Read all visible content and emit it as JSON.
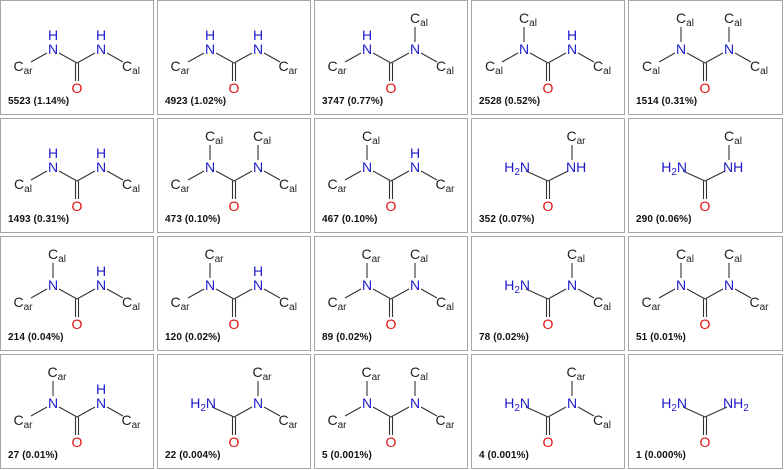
{
  "colors": {
    "carbon": "#222222",
    "nitrogen": "#1a1acc",
    "oxygen": "#e01010",
    "border": "#a6a6a6",
    "caption": "#111111"
  },
  "labels": {
    "carbon_symbol": "C",
    "aromatic_subscript": "ar",
    "aliphatic_subscript": "al",
    "nitrogen_symbol": "N",
    "hydrogen_symbol": "H",
    "oxygen_symbol": "O",
    "nh_label": "NH",
    "h2n_label": "H2N",
    "nh2_label": "NH2"
  },
  "cells": [
    {
      "count": 5523,
      "caption": "5523 (1.14%)",
      "left": {
        "type": "NH",
        "subs": [
          "ar"
        ]
      },
      "right": {
        "type": "NH",
        "subs": [
          "al"
        ]
      }
    },
    {
      "count": 4923,
      "caption": "4923 (1.02%)",
      "left": {
        "type": "NH",
        "subs": [
          "ar"
        ]
      },
      "right": {
        "type": "NH",
        "subs": [
          "ar"
        ]
      }
    },
    {
      "count": 3747,
      "caption": "3747 (0.77%)",
      "left": {
        "type": "NH",
        "subs": [
          "ar"
        ]
      },
      "right": {
        "type": "N",
        "subs": [
          "al",
          "al"
        ]
      }
    },
    {
      "count": 2528,
      "caption": "2528 (0.52%)",
      "left": {
        "type": "N",
        "subs": [
          "al",
          "al"
        ]
      },
      "right": {
        "type": "NH",
        "subs": [
          "al"
        ]
      }
    },
    {
      "count": 1514,
      "caption": "1514 (0.31%)",
      "left": {
        "type": "N",
        "subs": [
          "al",
          "al"
        ]
      },
      "right": {
        "type": "N",
        "subs": [
          "al",
          "al"
        ]
      }
    },
    {
      "count": 1493,
      "caption": "1493 (0.31%)",
      "left": {
        "type": "NH",
        "subs": [
          "al"
        ]
      },
      "right": {
        "type": "NH",
        "subs": [
          "al"
        ]
      }
    },
    {
      "count": 473,
      "caption": "473 (0.10%)",
      "left": {
        "type": "N",
        "subs": [
          "al",
          "ar"
        ]
      },
      "right": {
        "type": "N",
        "subs": [
          "al",
          "al"
        ]
      }
    },
    {
      "count": 467,
      "caption": "467 (0.10%)",
      "left": {
        "type": "N",
        "subs": [
          "al",
          "ar"
        ]
      },
      "right": {
        "type": "NH",
        "subs": [
          "ar"
        ]
      }
    },
    {
      "count": 352,
      "caption": "352 (0.07%)",
      "left": {
        "type": "NH2",
        "subs": []
      },
      "right": {
        "type": "NHup",
        "subs": [
          "ar"
        ]
      }
    },
    {
      "count": 290,
      "caption": "290 (0.06%)",
      "left": {
        "type": "NH2",
        "subs": []
      },
      "right": {
        "type": "NHup",
        "subs": [
          "al"
        ]
      }
    },
    {
      "count": 214,
      "caption": "214 (0.04%)",
      "left": {
        "type": "N",
        "subs": [
          "al",
          "ar"
        ]
      },
      "right": {
        "type": "NH",
        "subs": [
          "al"
        ]
      }
    },
    {
      "count": 120,
      "caption": "120 (0.02%)",
      "left": {
        "type": "N",
        "subs": [
          "ar",
          "ar"
        ]
      },
      "right": {
        "type": "NH",
        "subs": [
          "al"
        ]
      }
    },
    {
      "count": 89,
      "caption": "89 (0.02%)",
      "left": {
        "type": "N",
        "subs": [
          "ar",
          "ar"
        ]
      },
      "right": {
        "type": "N",
        "subs": [
          "al",
          "al"
        ]
      }
    },
    {
      "count": 78,
      "caption": "78 (0.02%)",
      "left": {
        "type": "NH2",
        "subs": []
      },
      "right": {
        "type": "N",
        "subs": [
          "al",
          "al"
        ]
      }
    },
    {
      "count": 51,
      "caption": "51 (0.01%)",
      "left": {
        "type": "N",
        "subs": [
          "al",
          "ar"
        ]
      },
      "right": {
        "type": "N",
        "subs": [
          "al",
          "ar"
        ]
      }
    },
    {
      "count": 27,
      "caption": "27 (0.01%)",
      "left": {
        "type": "N",
        "subs": [
          "ar",
          "ar"
        ]
      },
      "right": {
        "type": "NH",
        "subs": [
          "ar"
        ]
      }
    },
    {
      "count": 22,
      "caption": "22 (0.004%)",
      "left": {
        "type": "NH2",
        "subs": []
      },
      "right": {
        "type": "N",
        "subs": [
          "ar",
          "ar"
        ]
      }
    },
    {
      "count": 5,
      "caption": "5 (0.001%)",
      "left": {
        "type": "N",
        "subs": [
          "ar",
          "ar"
        ]
      },
      "right": {
        "type": "N",
        "subs": [
          "al",
          "ar"
        ]
      }
    },
    {
      "count": 4,
      "caption": "4 (0.001%)",
      "left": {
        "type": "NH2",
        "subs": []
      },
      "right": {
        "type": "N",
        "subs": [
          "ar",
          "al"
        ]
      }
    },
    {
      "count": 1,
      "caption": "1 (0.000%)",
      "left": {
        "type": "NH2",
        "subs": []
      },
      "right": {
        "type": "NH2r",
        "subs": []
      }
    }
  ]
}
